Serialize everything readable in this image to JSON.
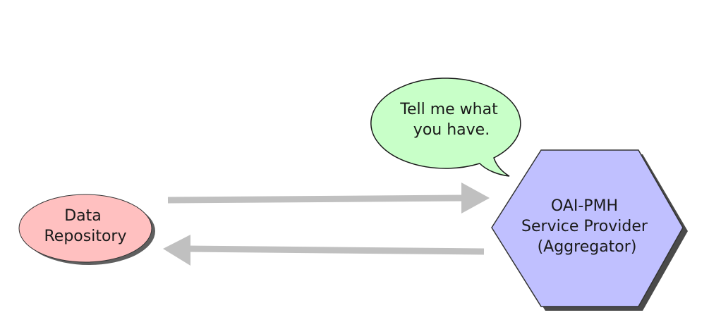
{
  "nodes": {
    "repository": {
      "lines": [
        "Data",
        "Repository"
      ],
      "fill": "#ffc0c0",
      "stroke": "#333333"
    },
    "provider": {
      "lines": [
        "OAI-PMH",
        "Service Provider",
        "(Aggregator)"
      ],
      "fill": "#c0c0ff",
      "stroke": "#333333"
    }
  },
  "speech_bubble": {
    "lines": [
      "Tell me what",
      "you have."
    ],
    "fill": "#c8ffc8",
    "stroke": "#1a1a1a"
  },
  "arrows": {
    "color": "#c0c0c0",
    "request_direction": "repository-to-provider",
    "response_direction": "provider-to-repository"
  },
  "shadow_color": "#2a2a2a"
}
